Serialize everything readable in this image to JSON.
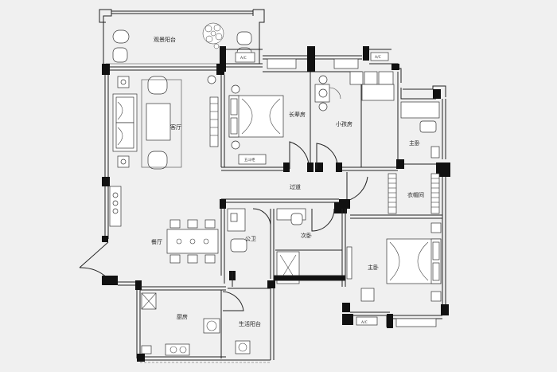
{
  "rooms": {
    "balcony_view": "观景阳台",
    "living_room": "客厅",
    "elder_room": "长辈房",
    "kids_room": "小孩房",
    "master_bedroom_top": "主卧",
    "corridor": "过道",
    "closet": "衣帽间",
    "dining_room": "餐厅",
    "public_bath": "公卫",
    "secondary_bedroom": "次卧",
    "master_bedroom_bottom": "主卧",
    "kitchen": "厨房",
    "service_balcony": "生活阳台"
  },
  "labels": {
    "ac_1": "A/C",
    "ac_2": "A/C",
    "ac_3": "A/C",
    "cabinet": "五斗柜"
  },
  "colors": {
    "background": "#f0f0f0",
    "wall": "#111111",
    "line": "#222222"
  }
}
